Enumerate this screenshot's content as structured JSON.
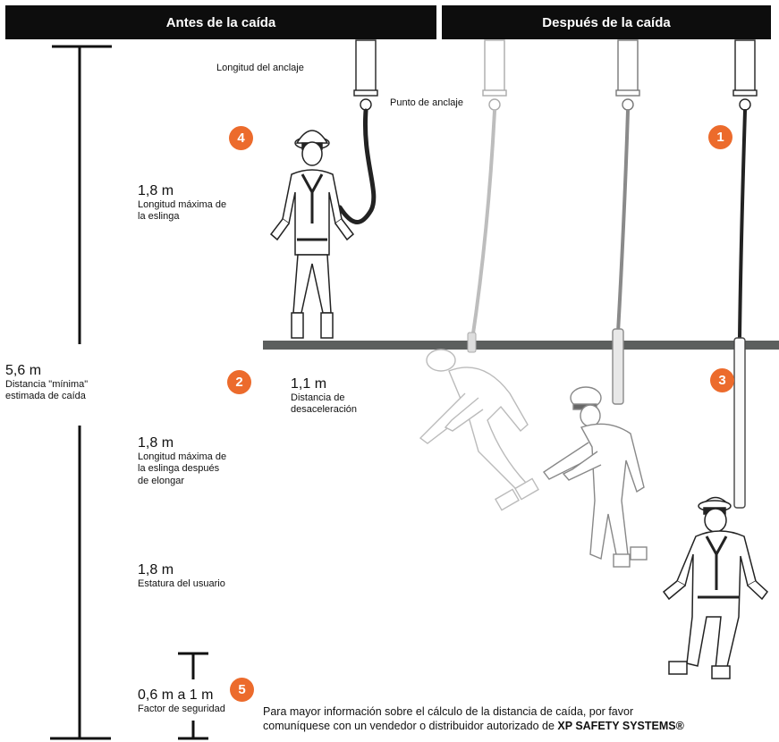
{
  "headers": {
    "before": "Antes de la caída",
    "after": "Después de la caída"
  },
  "labels": {
    "anchor_length": "Longitud del anclaje",
    "anchor_point": "Punto de anclaje"
  },
  "measurements": {
    "lanyard": {
      "value": "1,8 m",
      "desc_line1": "Longitud máxima de",
      "desc_line2": "la eslinga"
    },
    "total": {
      "value": "5,6 m",
      "desc_line1": "Distancia \"mínima\"",
      "desc_line2": "estimada de caída"
    },
    "decel": {
      "value": "1,1 m",
      "desc_line1": "Distancia de",
      "desc_line2": "desaceleración"
    },
    "elongated": {
      "value": "1,8 m",
      "desc_line1": "Longitud máxima de",
      "desc_line2": "la eslinga después",
      "desc_line3": "de elongar"
    },
    "height": {
      "value": "1,8 m",
      "desc_line1": "Estatura del usuario"
    },
    "safety": {
      "value": "0,6 m a 1 m",
      "desc_line1": "Factor de seguridad"
    }
  },
  "badges": {
    "b1": "1",
    "b2": "2",
    "b3": "3",
    "b4": "4",
    "b5": "5"
  },
  "footer": {
    "line1": "Para mayor información sobre el cálculo de la distancia de caída, por favor",
    "line2_prefix": "comuníquese con un vendedor o distribuidor autorizado de ",
    "brand": "XP SAFETY SYSTEMS®"
  },
  "colors": {
    "accent": "#ec6b2c",
    "header_bg": "#0d0d0d",
    "floor": "#5c5f5e"
  }
}
